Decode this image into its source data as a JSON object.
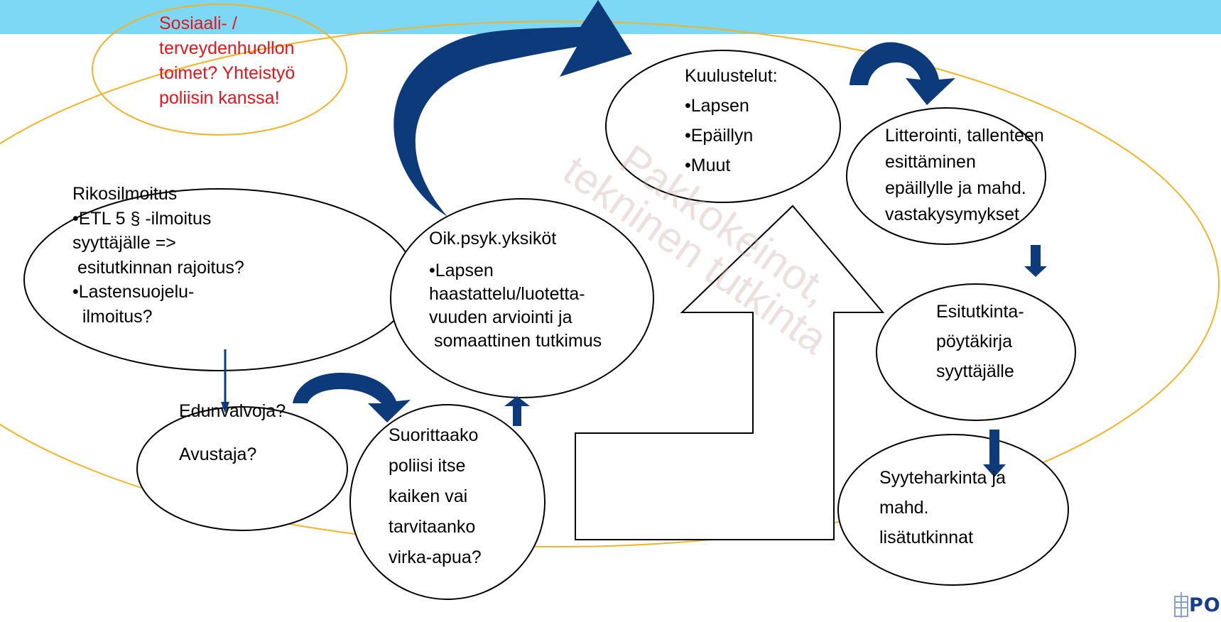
{
  "watermark": {
    "line1": "Pakkokeinot,",
    "line2": "tekninen tutkinta"
  },
  "nodes": {
    "sosiaali": {
      "lines": [
        "Sosiaali- /",
        "terveydenhuollon",
        "toimet? Yhteistyö",
        "poliisin kanssa!"
      ],
      "color": "#e8141c"
    },
    "rikosilmoitus": {
      "lines": [
        "Rikosilmoitus",
        "•ETL 5 § -ilmoitus",
        "syyttäjälle =>",
        " esitutkinnan rajoitus?",
        "•Lastensuojelu-",
        "  ilmoitus?"
      ]
    },
    "oikpsyk": {
      "lines": [
        "Oik.psyk.yksiköt",
        "",
        "•Lapsen",
        "haastattelu/luotetta-",
        "vuuden arviointi ja",
        " somaattinen tutkimus"
      ]
    },
    "kuulustelut": {
      "lines": [
        "Kuulustelut:",
        "•Lapsen",
        "•Epäillyn",
        "•Muut"
      ]
    },
    "litterointi": {
      "lines": [
        "Litterointi, tallenteen",
        "esittäminen",
        "epäillylle ja mahd.",
        "vastakysymykset"
      ]
    },
    "edunvalvoja": {
      "lines": [
        "Edunvalvoja?",
        "",
        "Avustaja?"
      ]
    },
    "suorittaako": {
      "lines": [
        "Suorittaako",
        "poliisi itse",
        "kaiken vai",
        "tarvitaanko",
        "virka-apua?"
      ]
    },
    "esitutkinta": {
      "lines": [
        "Esitutkinta-",
        "pöytäkirja",
        "syyttäjälle"
      ]
    },
    "syyteharkinta": {
      "lines": [
        "Syyteharkinta ja",
        "mahd.",
        "lisätutkinnat"
      ]
    }
  },
  "logo": {
    "text": "POLI"
  },
  "colors": {
    "topbar": "#7dd8f6",
    "arrow": "#0d3a7a",
    "outer_ellipse": "#f0b429",
    "text_red": "#e8141c"
  }
}
